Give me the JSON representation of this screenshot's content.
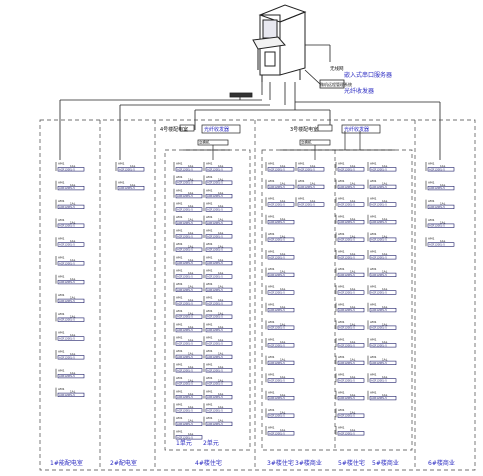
{
  "top_labels": {
    "small_tag": "无线网",
    "converter": "嵌入式串口服务器",
    "terminal": "微机远程管理系统",
    "optical_lines": [
      "光纤收发器",
      "光纤收发器",
      "光纤收发器"
    ]
  },
  "switch_tags": [
    "交换机",
    "交换机"
  ],
  "sub_headers": {
    "left": "4号楼配电室",
    "left_box": "光纤收发器",
    "right": "3号楼配电室",
    "right_box": "光纤收发器"
  },
  "meter_row_template": {
    "top": "AM1",
    "mid": "1AL",
    "model": "ACR120EL-5"
  },
  "columns": [
    {
      "id": "c1",
      "count": 13,
      "footer": "1#能配电室"
    },
    {
      "id": "c2",
      "count": 2,
      "footer": "2#配电室"
    },
    {
      "id": "c3a",
      "count": 21,
      "footer": ""
    },
    {
      "id": "c3b",
      "count": 20,
      "footer": "4#楼住宅"
    },
    {
      "id": "c4a",
      "count": 16,
      "footer": "3#楼住宅"
    },
    {
      "id": "c4b",
      "count": 3,
      "footer": "3#楼商业"
    },
    {
      "id": "c5a",
      "count": 16,
      "footer": "5#楼住宅"
    },
    {
      "id": "c5b",
      "count": 14,
      "footer": "5#楼商业"
    },
    {
      "id": "c6",
      "count": 5,
      "footer": "6#楼商业"
    }
  ],
  "unit_labels": [
    "1单元",
    "2单元"
  ],
  "colors": {
    "line": "#222222",
    "dash": "#444444",
    "meter_border": "#1a1a66",
    "text": "#111111",
    "accent": "#2b2bc2"
  }
}
